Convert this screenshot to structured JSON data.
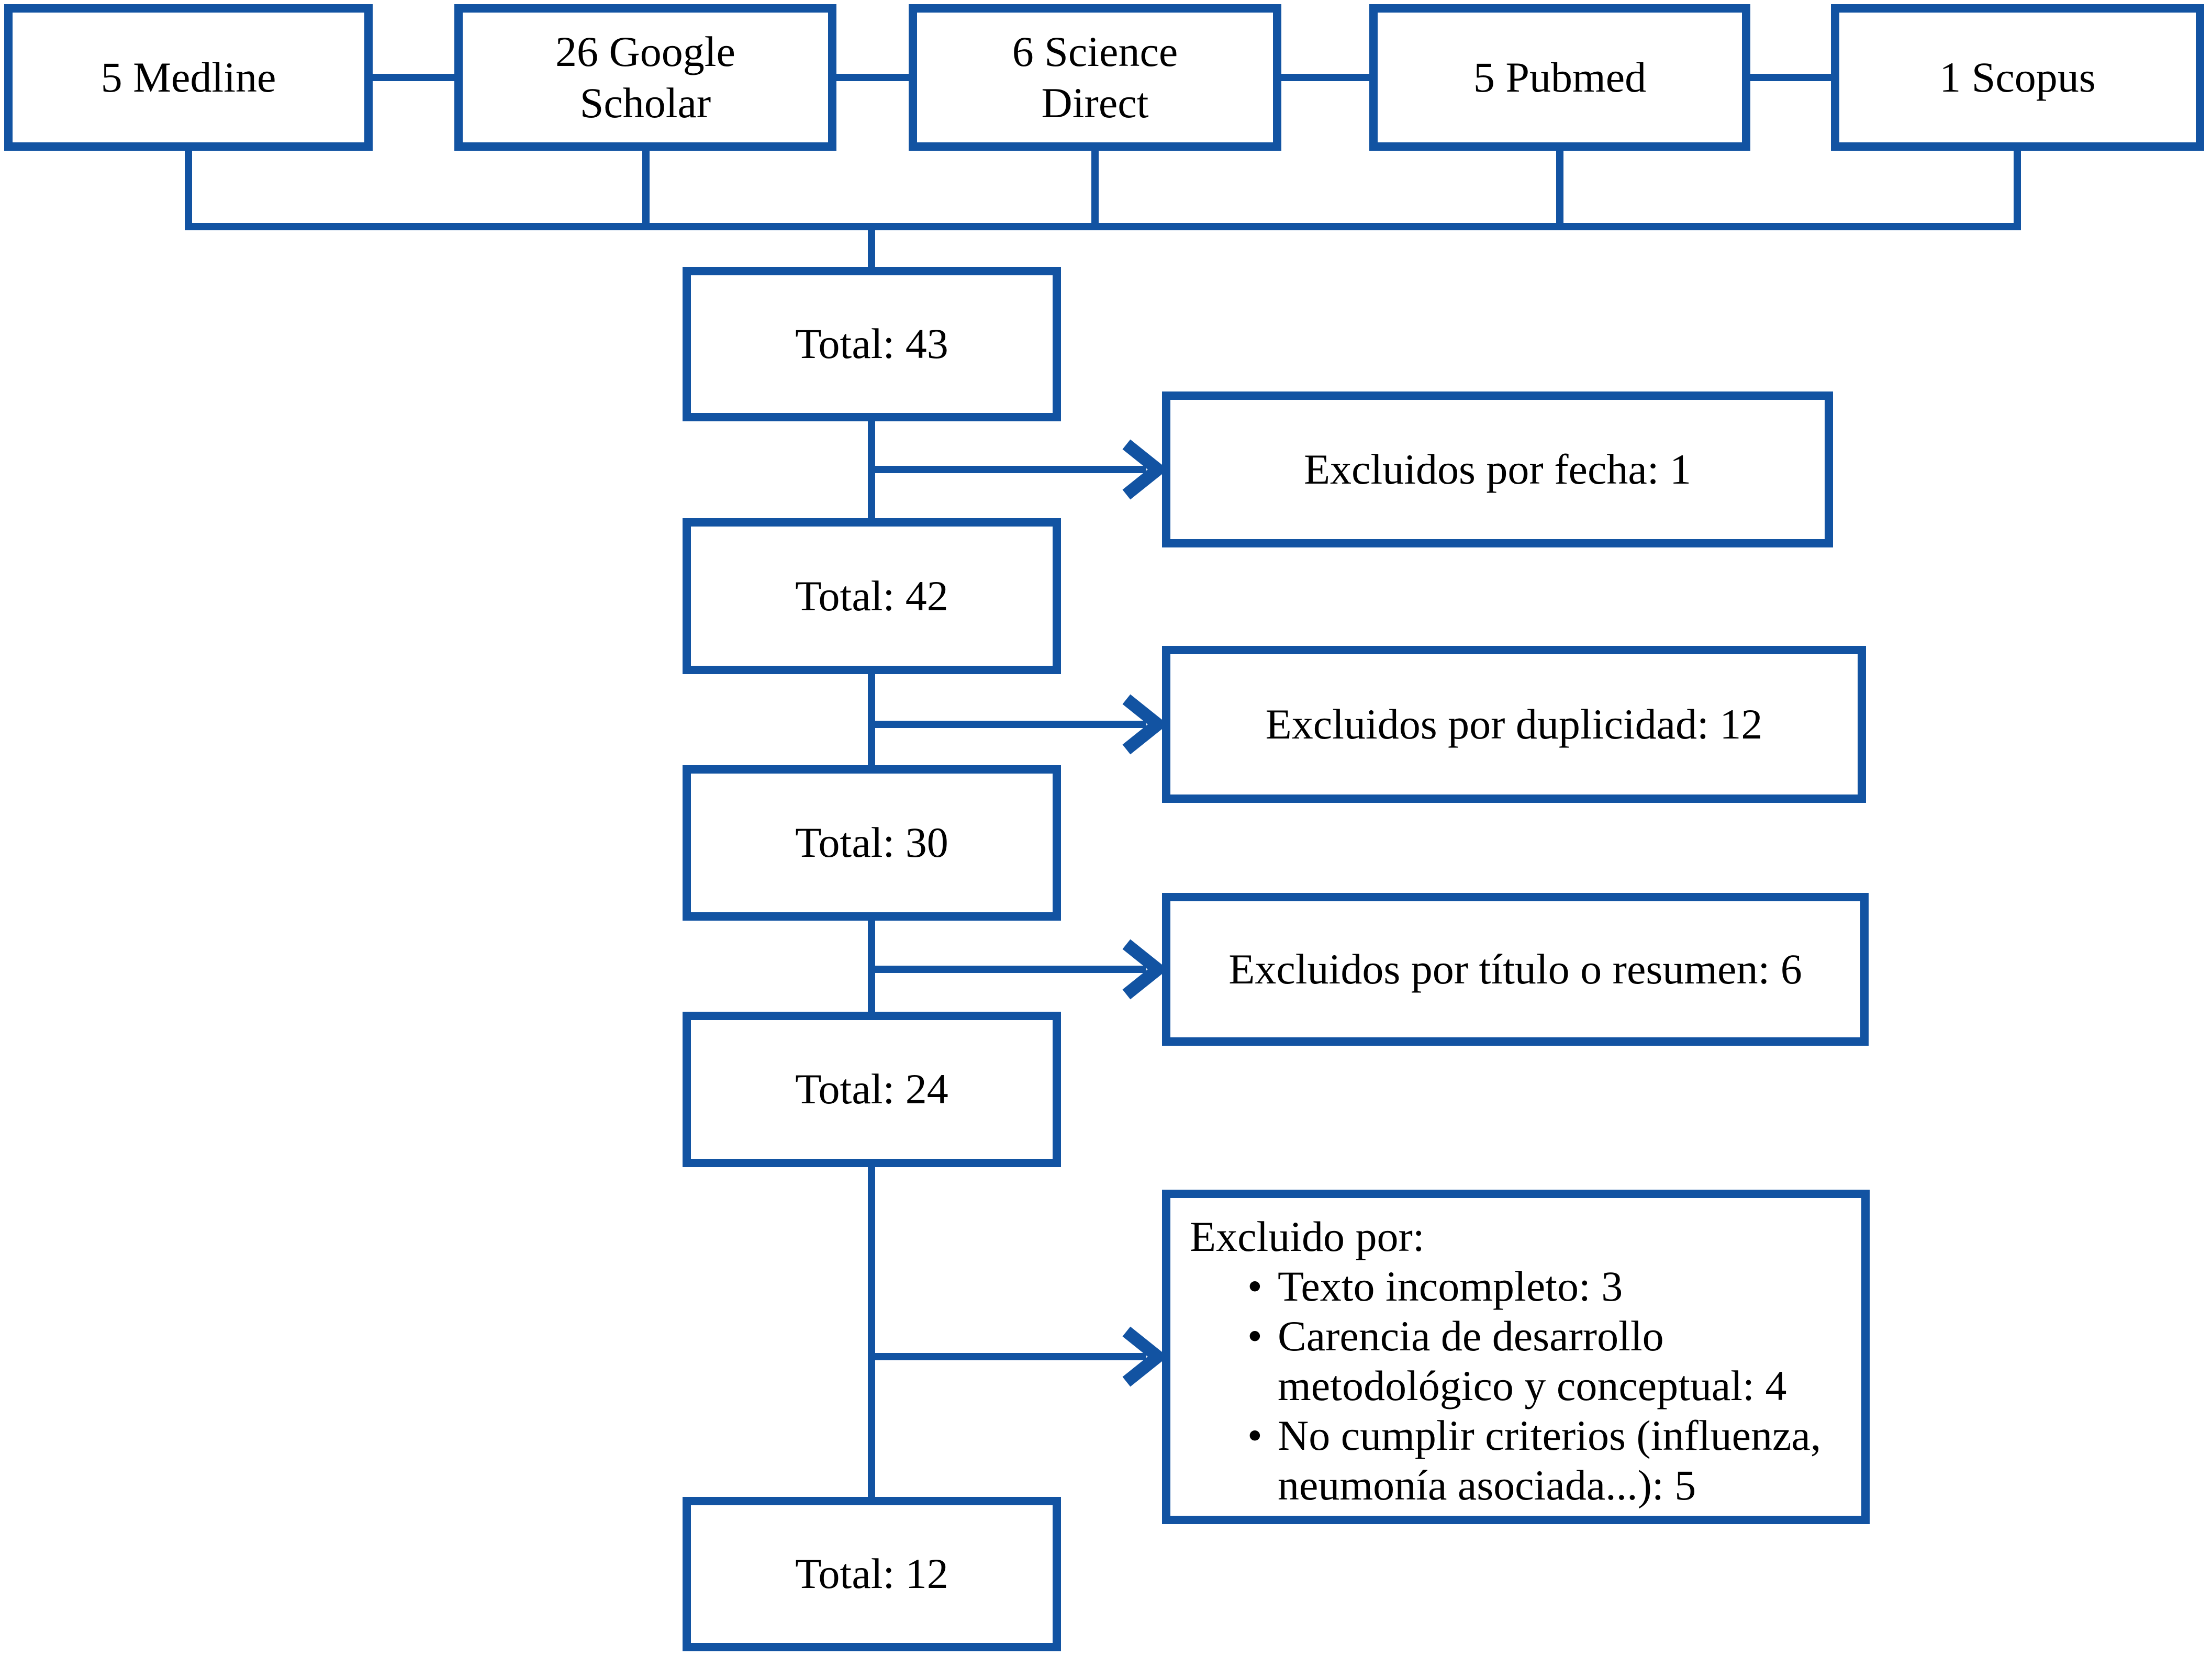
{
  "colors": {
    "accent": "#1253A2",
    "text": "#000000",
    "page-bg": "#FFFFFF"
  },
  "ui": {
    "bullet": "•"
  },
  "diagram": {
    "sources": [
      {
        "label": "5 Medline"
      },
      {
        "label": "26 Google\nScholar"
      },
      {
        "label": "6 Science\nDirect"
      },
      {
        "label": "5 Pubmed"
      },
      {
        "label": "1 Scopus"
      }
    ],
    "totals": [
      {
        "label": "Total: 43"
      },
      {
        "label": "Total: 42"
      },
      {
        "label": "Total: 30"
      },
      {
        "label": "Total: 24"
      },
      {
        "label": "Total: 12"
      }
    ],
    "exclusions": [
      {
        "label": "Excluidos por fecha: 1"
      },
      {
        "label": "Excluidos por duplicidad: 12"
      },
      {
        "label": "Excluidos por título o resumen: 6"
      },
      {
        "title": "Excluido por:",
        "items": [
          "Texto incompleto: 3",
          "Carencia de desarrollo\nmetodológico y conceptual: 4",
          "No cumplir criterios (influenza,\nneumonía asociada...): 5"
        ]
      }
    ]
  }
}
